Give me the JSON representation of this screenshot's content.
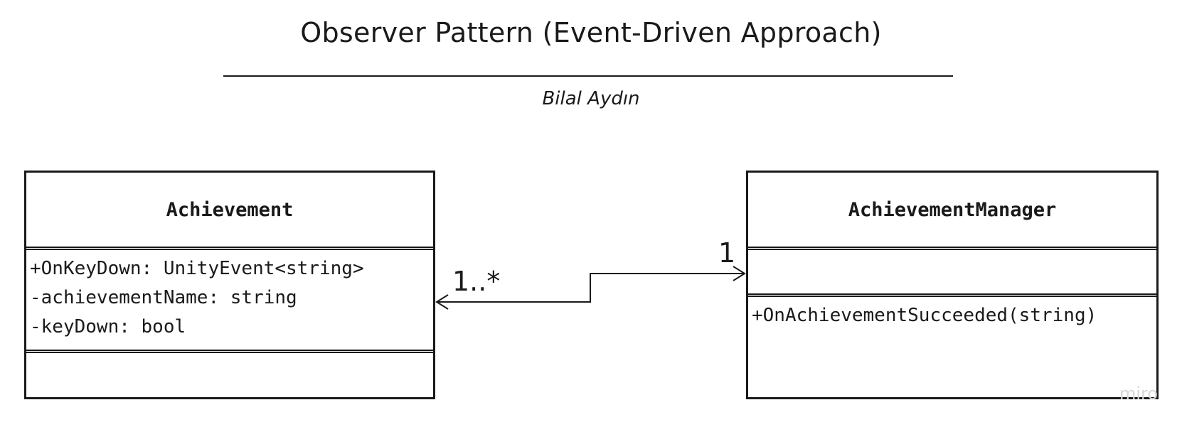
{
  "header": {
    "title": "Observer Pattern (Event-Driven Approach)",
    "author": "Bilal Aydın"
  },
  "classes": {
    "achievement": {
      "name": "Achievement",
      "attributes": [
        "+OnKeyDown: UnityEvent<string>",
        "-achievementName: string",
        "-keyDown: bool"
      ],
      "methods": []
    },
    "manager": {
      "name": "AchievementManager",
      "attributes": [],
      "methods": [
        "+OnAchievementSucceeded(string)"
      ]
    }
  },
  "association": {
    "left_multiplicity": "1..*",
    "right_multiplicity": "1",
    "arrow_both_ends": true
  },
  "watermark": "miro",
  "colors": {
    "stroke": "#1a1a1a",
    "background": "#ffffff"
  }
}
